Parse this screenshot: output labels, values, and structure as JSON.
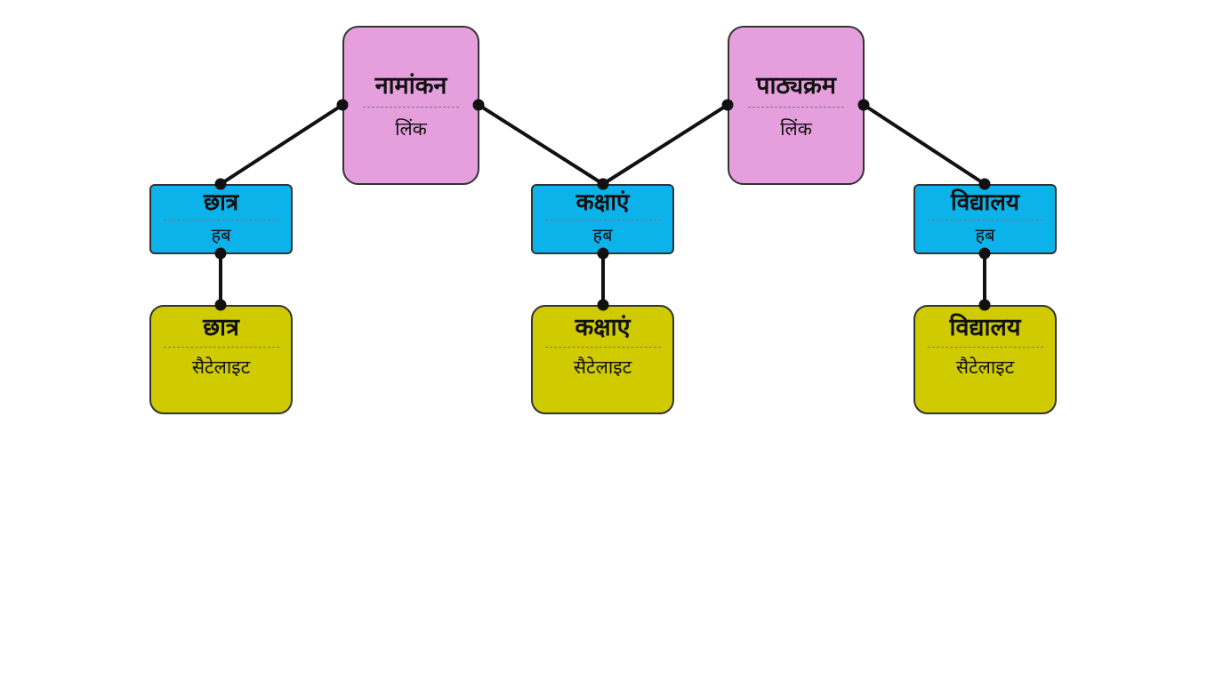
{
  "colors": {
    "link_fill": "#e59fdd",
    "hub_fill": "#0cb2ea",
    "satellite_fill": "#cfcb00",
    "edge": "#111111"
  },
  "nodes": {
    "link_1": {
      "title": "नामांकन",
      "type": "लिंक"
    },
    "link_2": {
      "title": "पाठ्यक्रम",
      "type": "लिंक"
    },
    "hub_1": {
      "title": "छात्र",
      "type": "हब"
    },
    "hub_2": {
      "title": "कक्षाएं",
      "type": "हब"
    },
    "hub_3": {
      "title": "विद्यालय",
      "type": "हब"
    },
    "sat_1": {
      "title": "छात्र",
      "type": "सैटेलाइट"
    },
    "sat_2": {
      "title": "कक्षाएं",
      "type": "सैटेलाइट"
    },
    "sat_3": {
      "title": "विद्यालय",
      "type": "सैटेलाइट"
    }
  },
  "edges": [
    {
      "from": "hub_1",
      "to": "link_1"
    },
    {
      "from": "link_1",
      "to": "hub_2"
    },
    {
      "from": "hub_2",
      "to": "link_2"
    },
    {
      "from": "link_2",
      "to": "hub_3"
    },
    {
      "from": "hub_1",
      "to": "sat_1"
    },
    {
      "from": "hub_2",
      "to": "sat_2"
    },
    {
      "from": "hub_3",
      "to": "sat_3"
    }
  ]
}
